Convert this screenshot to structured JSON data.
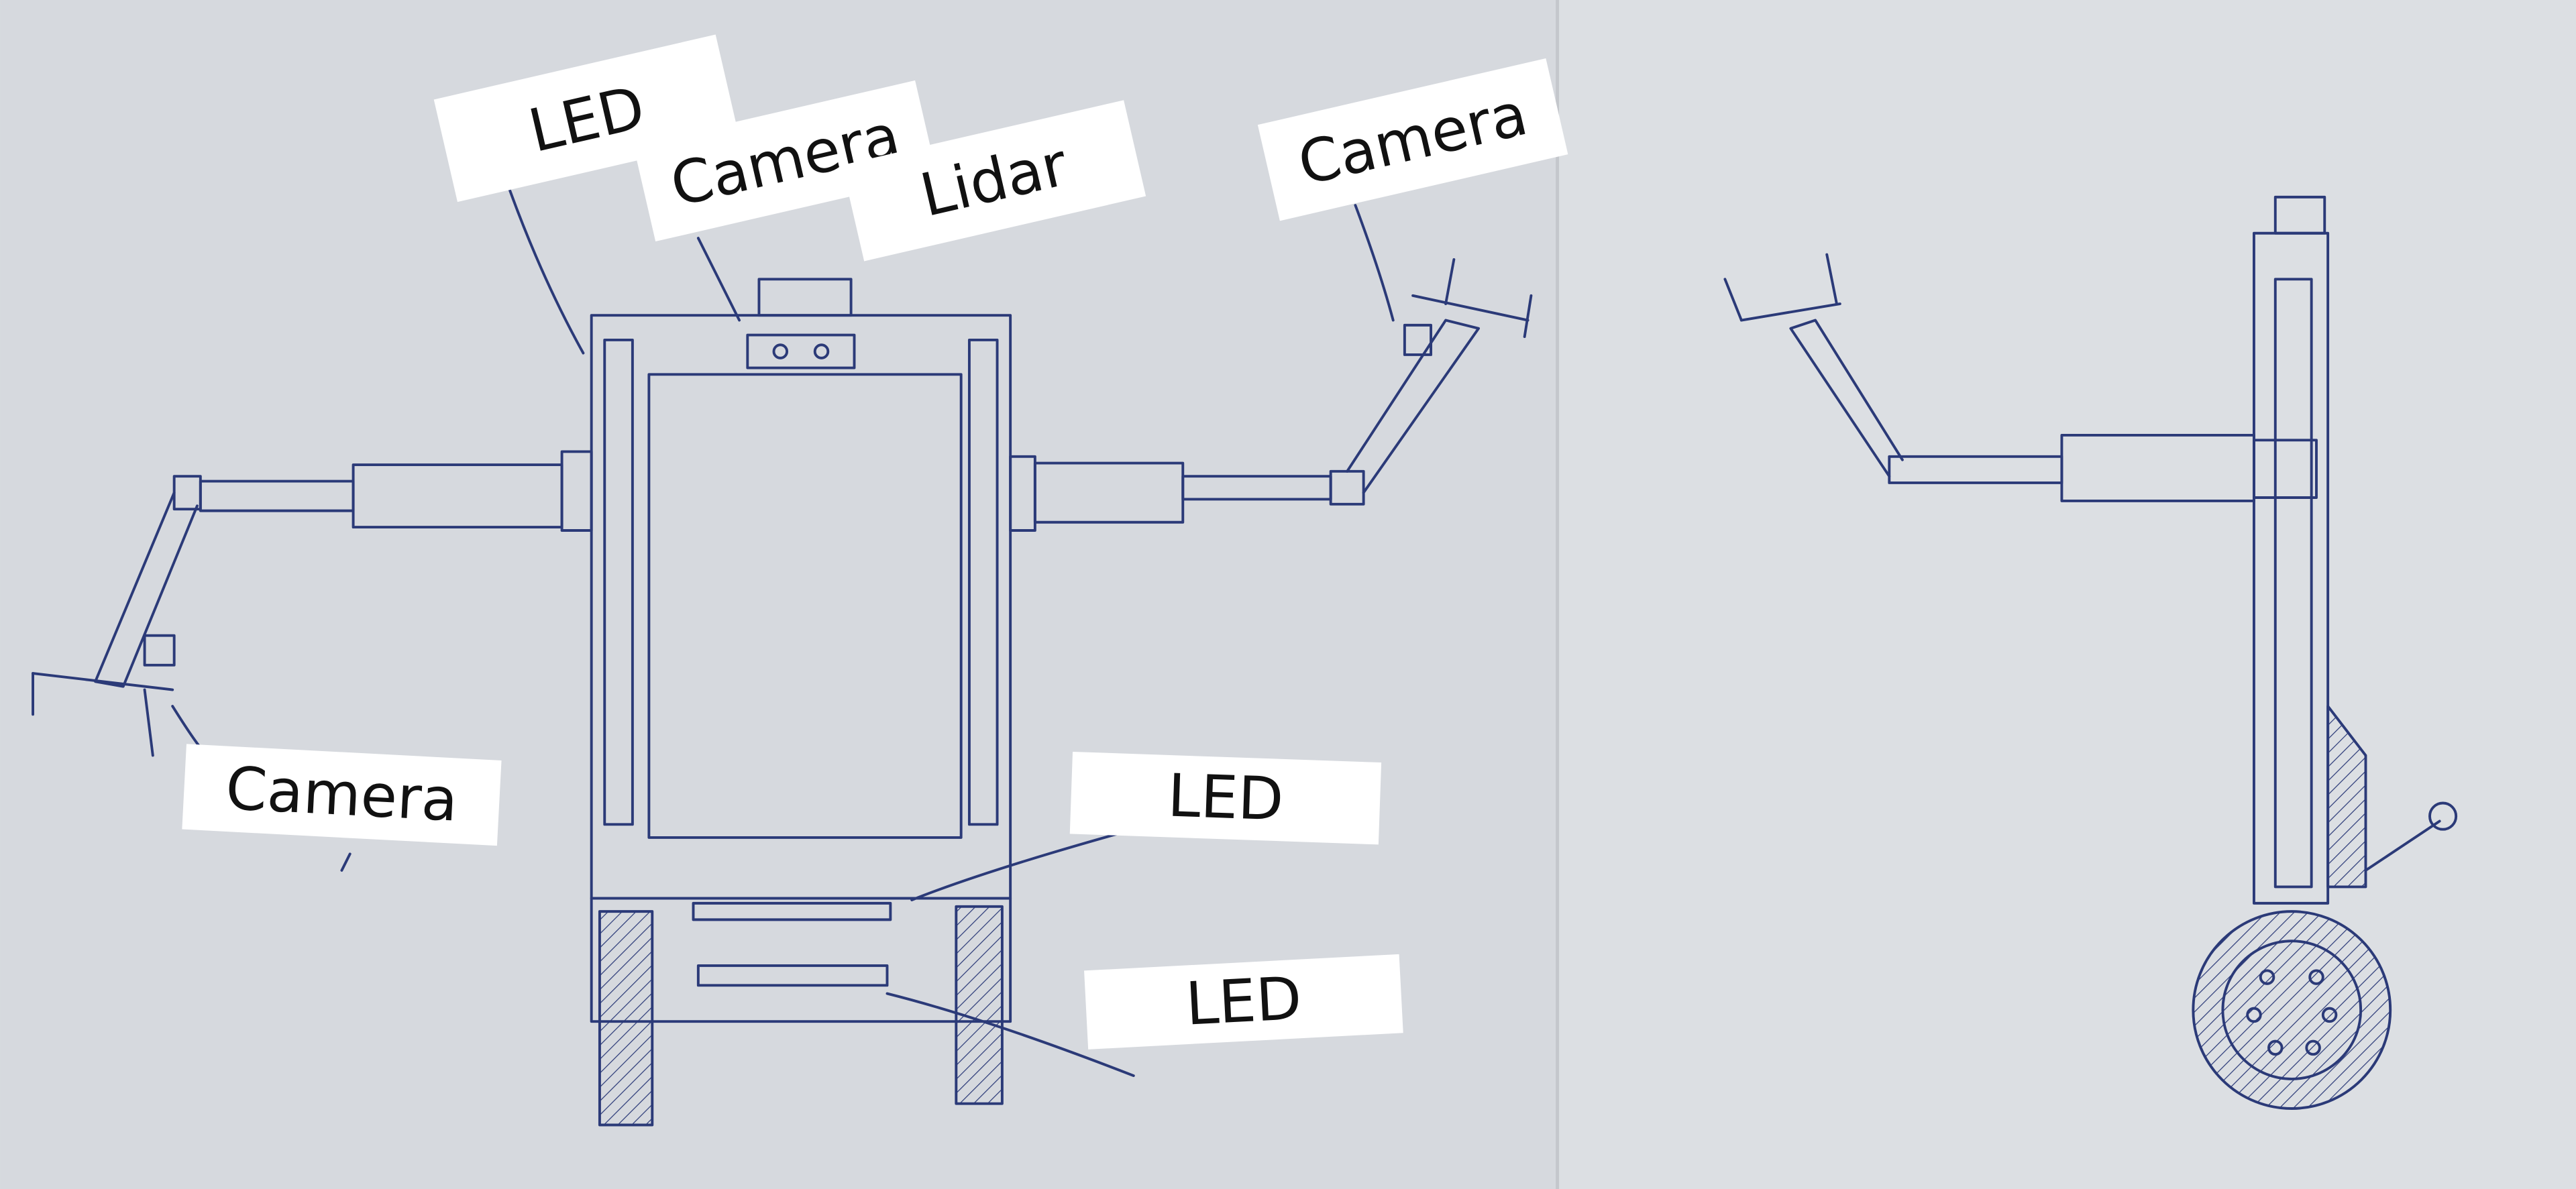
{
  "labels": {
    "led_top": "LED",
    "camera_top": "Camera",
    "lidar": "Lidar",
    "camera_right": "Camera",
    "camera_left": "Camera",
    "led_middle": "LED",
    "led_bottom": "LED"
  },
  "colors": {
    "paper": "#d8dbe0",
    "ink": "#2b3a78",
    "label_bg": "#ffffff"
  }
}
